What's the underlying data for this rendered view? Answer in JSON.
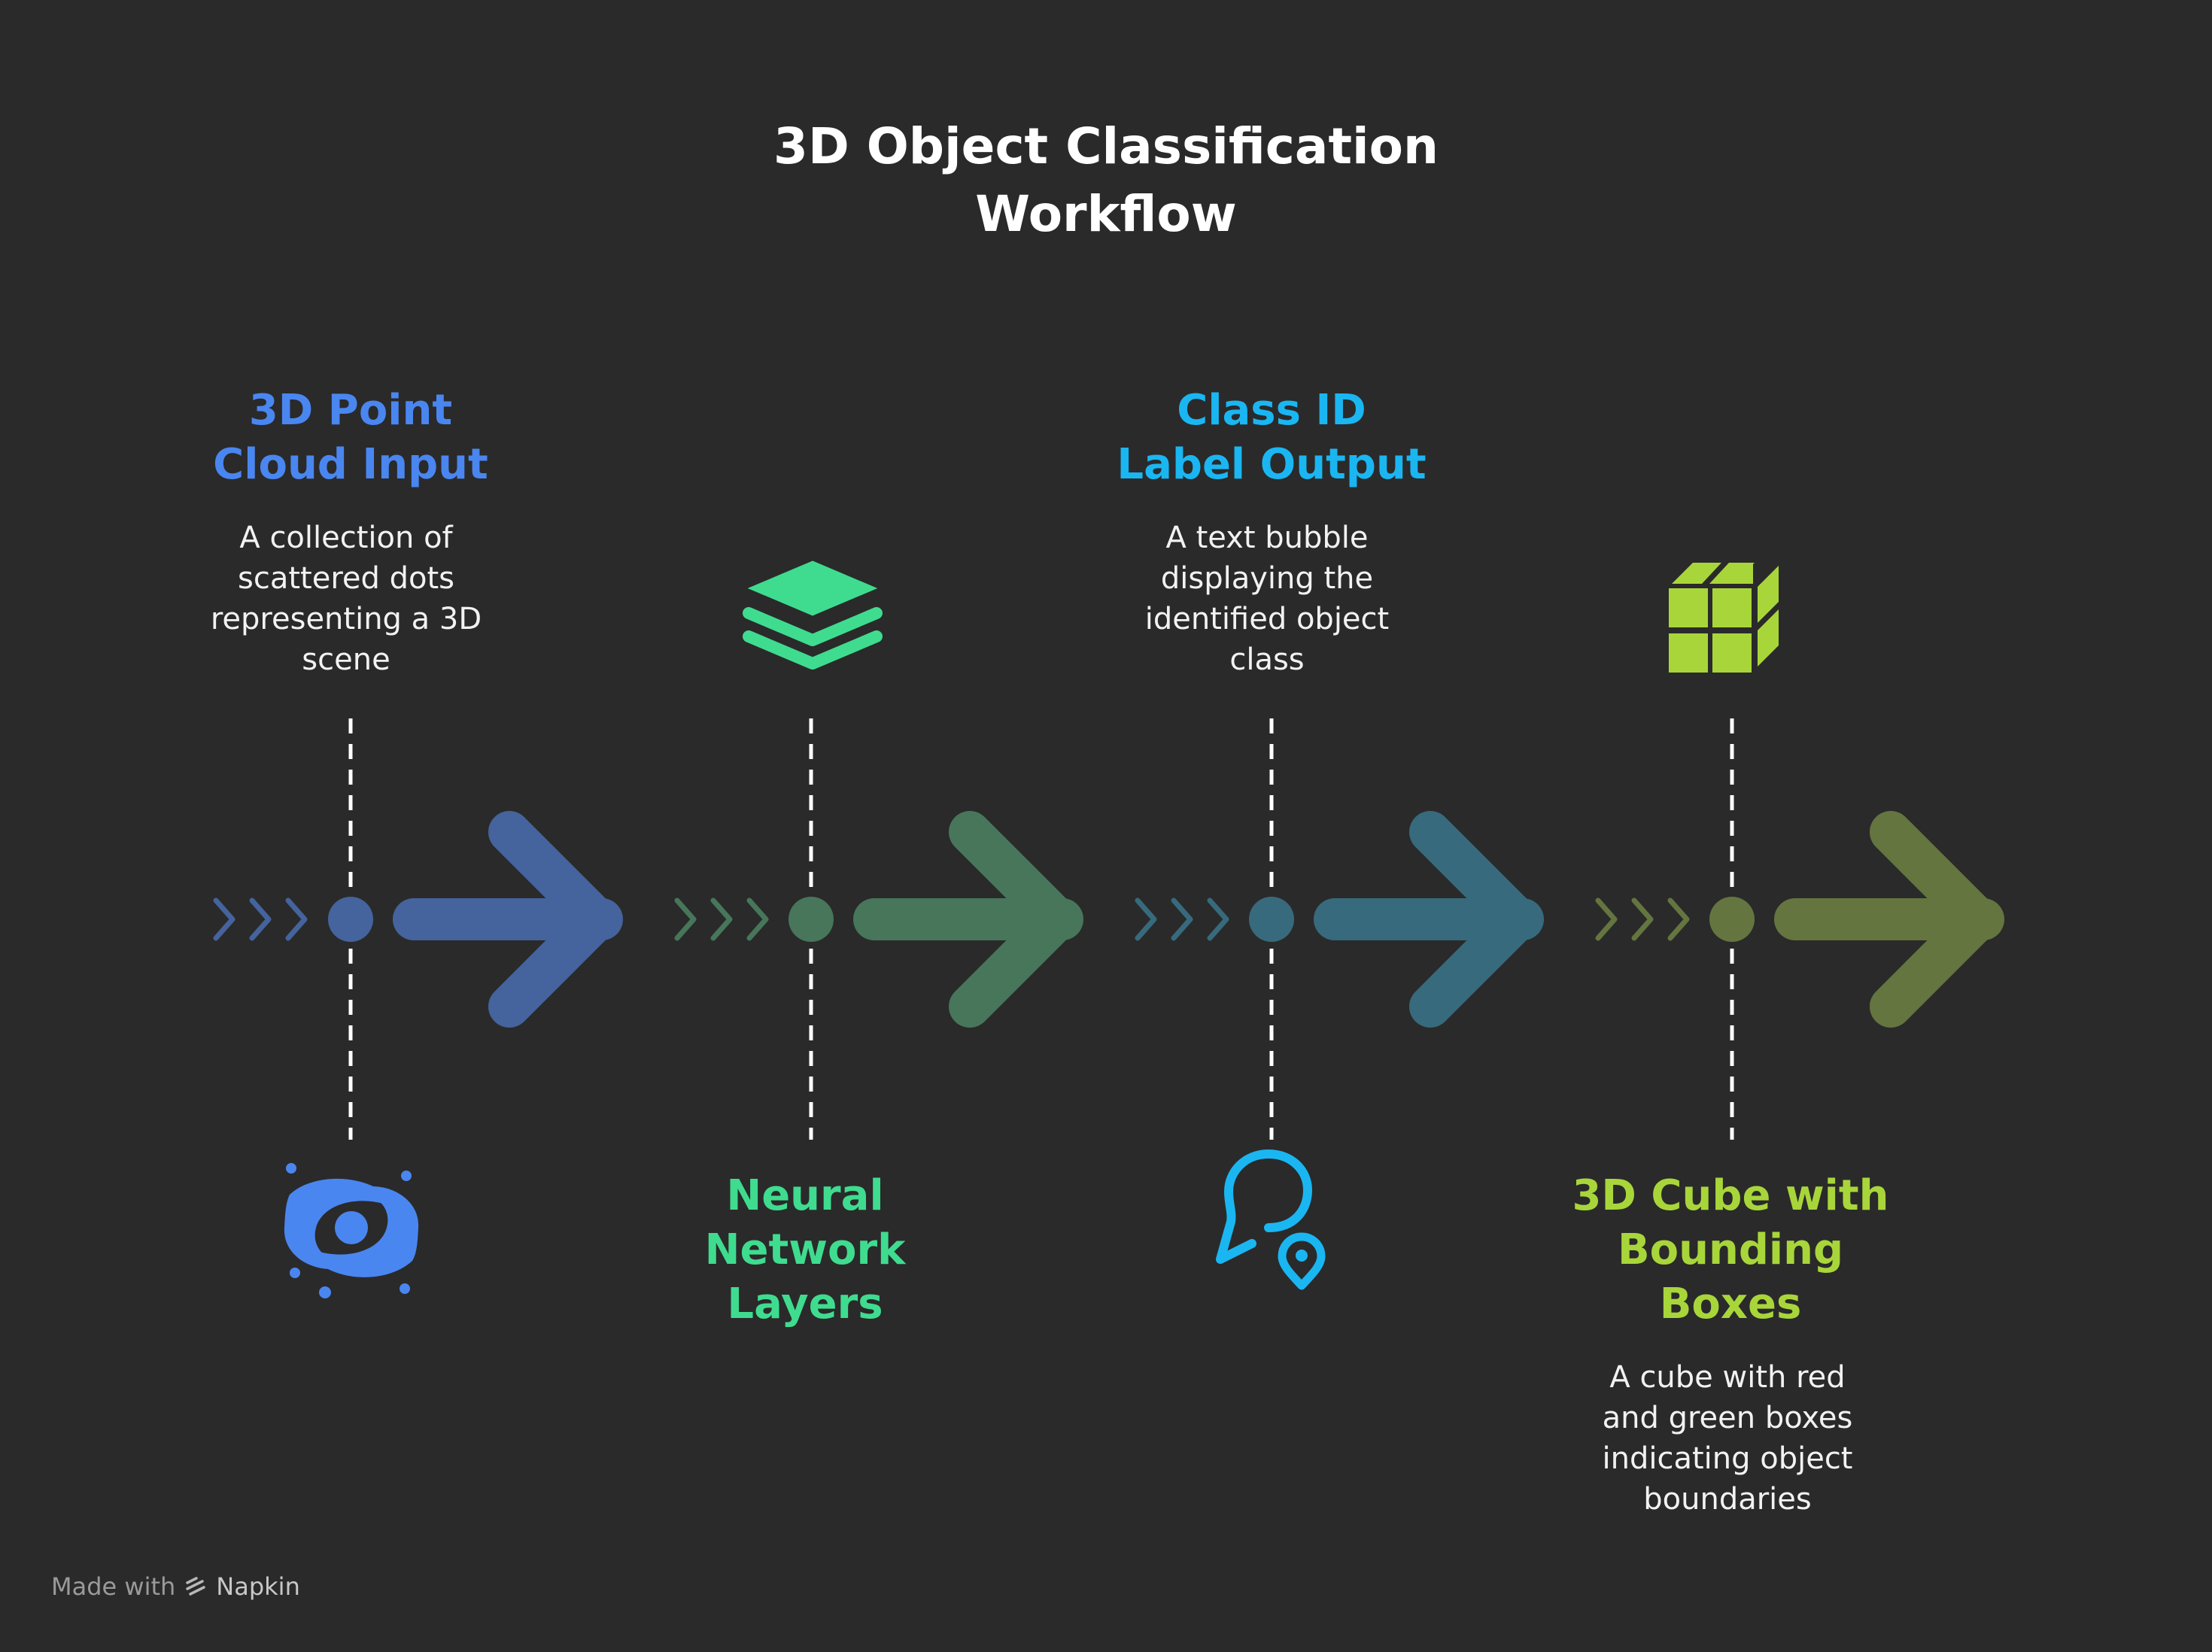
{
  "title": {
    "line1": "3D Object Classification",
    "line2": "Workflow"
  },
  "steps": [
    {
      "title_lines": [
        "3D Point",
        "Cloud Input"
      ],
      "description_lines": [
        "A collection of",
        "scattered dots",
        "representing a 3D",
        "scene"
      ],
      "color": "#4a86f0",
      "arrow_color": "#45639c",
      "icon": "galaxy-point-cloud-icon"
    },
    {
      "title_lines": [
        "Neural",
        "Network",
        "Layers"
      ],
      "description_lines": [],
      "color": "#3fdc8f",
      "arrow_color": "#47765a",
      "icon": "layers-stack-icon"
    },
    {
      "title_lines": [
        "Class ID",
        "Label Output"
      ],
      "description_lines": [
        "A text bubble",
        "displaying the",
        "identified object",
        "class"
      ],
      "color": "#1ab6f2",
      "arrow_color": "#376a7c",
      "icon": "chat-bubble-location-icon"
    },
    {
      "title_lines": [
        "3D Cube with",
        "Bounding",
        "Boxes"
      ],
      "description_lines": [
        "A cube with red",
        "and green boxes",
        "indicating object",
        "boundaries"
      ],
      "color": "#a8d63a",
      "arrow_color": "#647540",
      "icon": "cube-grid-icon"
    }
  ],
  "footer": {
    "prefix": "Made with",
    "brand": "Napkin",
    "icon": "napkin-logo-icon"
  }
}
